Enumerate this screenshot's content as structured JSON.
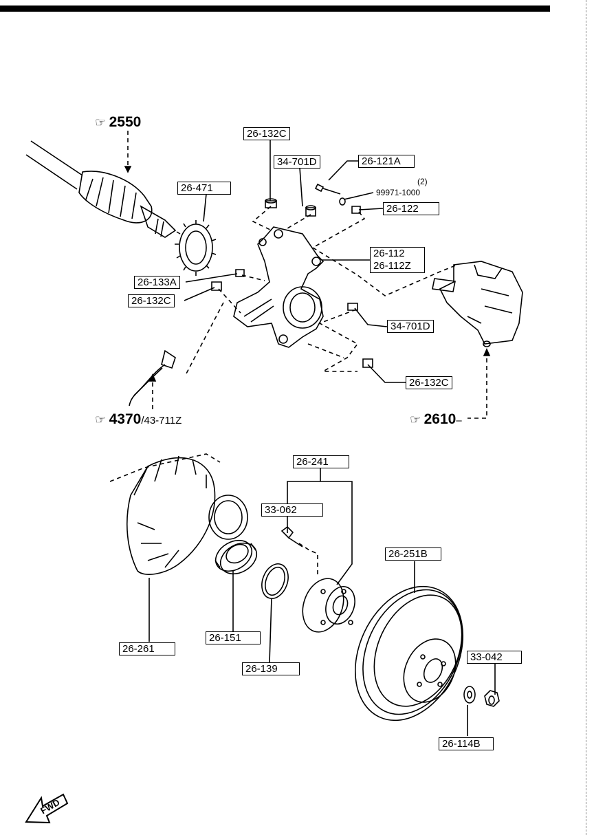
{
  "refs": {
    "r2550": "2550",
    "r4370": "4370",
    "r4370_suffix": "/43-711Z",
    "r2610": "2610",
    "r2610_trail": "–",
    "hand": "☞"
  },
  "labels": {
    "l26_132C_top": "26-132C",
    "l34_701D_top": "34-701D",
    "l26_121A": "26-121A",
    "q2": "(2)",
    "p99971": "99971-1000",
    "l26_122": "26-122",
    "l26_471": "26-471",
    "l26_112": "26-112",
    "l26_112Z": "26-112Z",
    "l26_133A": "26-133A",
    "l26_132C_left": "26-132C",
    "l34_701D_mid": "34-701D",
    "l26_132C_bot": "26-132C",
    "l26_241": "26-241",
    "l33_062": "33-062",
    "l26_251B": "26-251B",
    "l26_261": "26-261",
    "l26_151": "26-151",
    "l26_139": "26-139",
    "l33_042": "33-042",
    "l26_114B": "26-114B"
  },
  "fwd": "FWD"
}
